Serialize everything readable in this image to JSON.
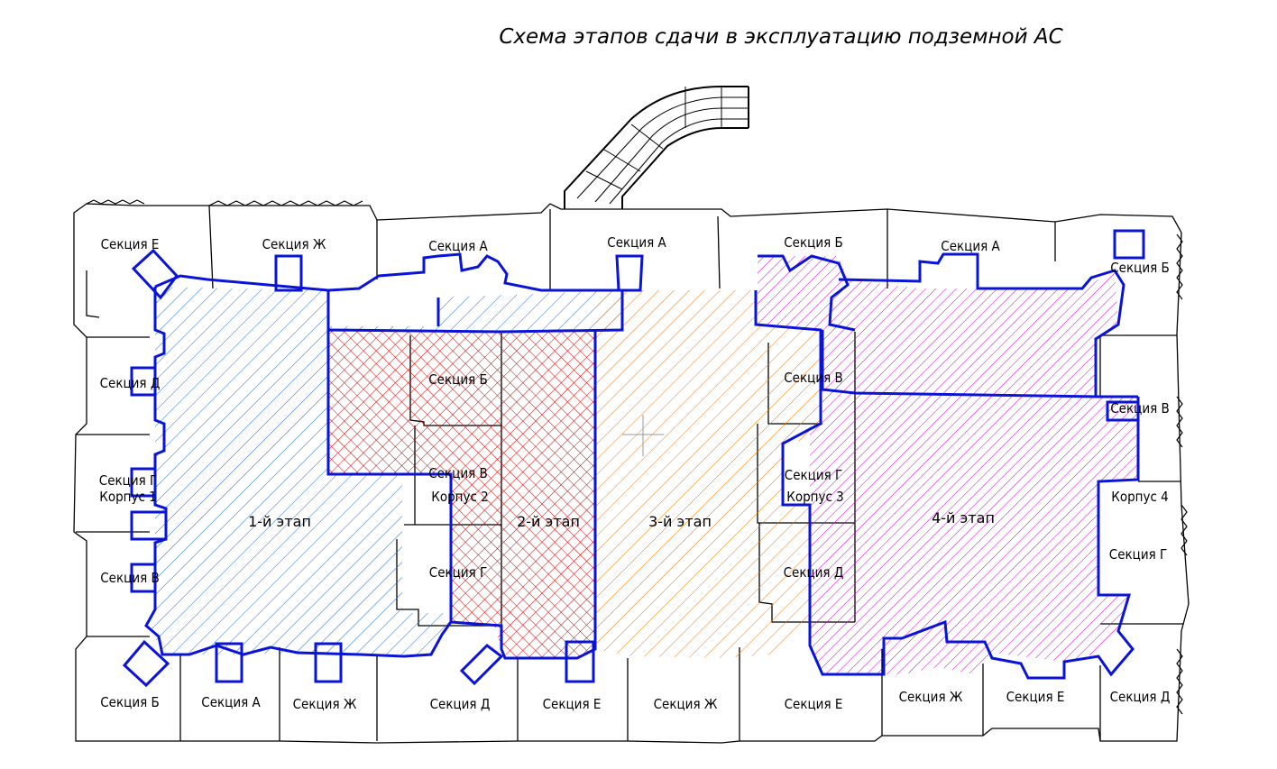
{
  "title": "Схема этапов сдачи в эксплуатацию подземной АС",
  "stages": [
    {
      "label": "1-й этап",
      "color": "#1e6fd9"
    },
    {
      "label": "2-й этап",
      "color": "#d40000"
    },
    {
      "label": "3-й этап",
      "color": "#f07a10"
    },
    {
      "label": "4-й этап",
      "color": "#d400d4"
    }
  ],
  "buildings": [
    "Корпус 1",
    "Корпус 2",
    "Корпус 3",
    "Корпус 4"
  ],
  "sections": {
    "k1_e": "Секция Е",
    "k1_zh": "Секция Ж",
    "k1_d": "Секция Д",
    "k1_g": "Секция Г",
    "k1_v": "Секция В",
    "k1_b": "Секция Б",
    "k1_a": "Секция А",
    "k1_zh2": "Секция Ж",
    "k2_a": "Секция А",
    "k2_b": "Секция Б",
    "k2_v": "Секция В",
    "k2_g": "Секция Г",
    "k2_d": "Секция Д",
    "k2_e": "Секция Е",
    "k3_a": "Секция А",
    "k3_zh": "Секция Ж",
    "k3_b": "Секция Б",
    "k3_v": "Секция В",
    "k3_g": "Секция Г",
    "k3_d": "Секция Д",
    "k3_e": "Секция Е",
    "k4_a": "Секция А",
    "k4_b": "Секция Б",
    "k4_v": "Секция В",
    "k4_g": "Секция Г",
    "k4_d": "Секция Д",
    "k4_e": "Секция Е",
    "k4_zh": "Секция Ж"
  },
  "boundary_color": "#0a14d8"
}
